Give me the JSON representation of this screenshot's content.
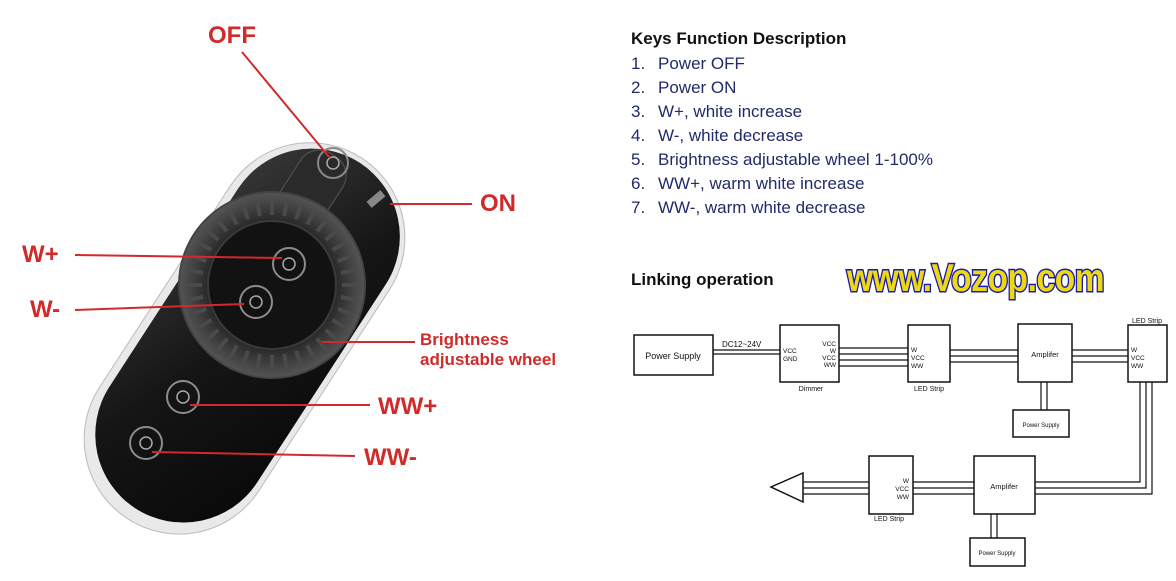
{
  "remote_labels": {
    "off": "OFF",
    "on": "ON",
    "w_plus": "W+",
    "w_minus": "W-",
    "brightness": [
      "Brightness",
      "adjustable wheel"
    ],
    "ww_plus": "WW+",
    "ww_minus": "WW-"
  },
  "keys": {
    "title": "Keys Function Description",
    "items": [
      {
        "num": "1.",
        "text": "Power OFF"
      },
      {
        "num": "2.",
        "text": "Power ON"
      },
      {
        "num": "3.",
        "text": "W+, white increase"
      },
      {
        "num": "4.",
        "text": "W-, white decrease"
      },
      {
        "num": "5.",
        "text": "Brightness adjustable wheel 1-100%"
      },
      {
        "num": "6.",
        "text": "WW+, warm white increase"
      },
      {
        "num": "7.",
        "text": "WW-, warm white decrease"
      }
    ]
  },
  "linking": {
    "title": "Linking operation",
    "watermark": "www.Vozop.com",
    "power_supply": "Power Supply",
    "voltage": "DC12~24V",
    "dimmer_pins": [
      "VCC",
      "GND"
    ],
    "dimmer_out_pins": [
      "VCC",
      "W",
      "VCC",
      "WW"
    ],
    "dimmer_caption": "Dimmer",
    "led_pins": [
      "W",
      "VCC",
      "WW"
    ],
    "led_caption": "LED Strip",
    "amplifier": "Amplifer",
    "power_supply_small": "Power Supply"
  },
  "colors": {
    "label_red": "#d12a2a",
    "list_blue": "#222a6a",
    "watermark_fill": "#ecd816",
    "watermark_stroke": "#1a1aa8"
  }
}
